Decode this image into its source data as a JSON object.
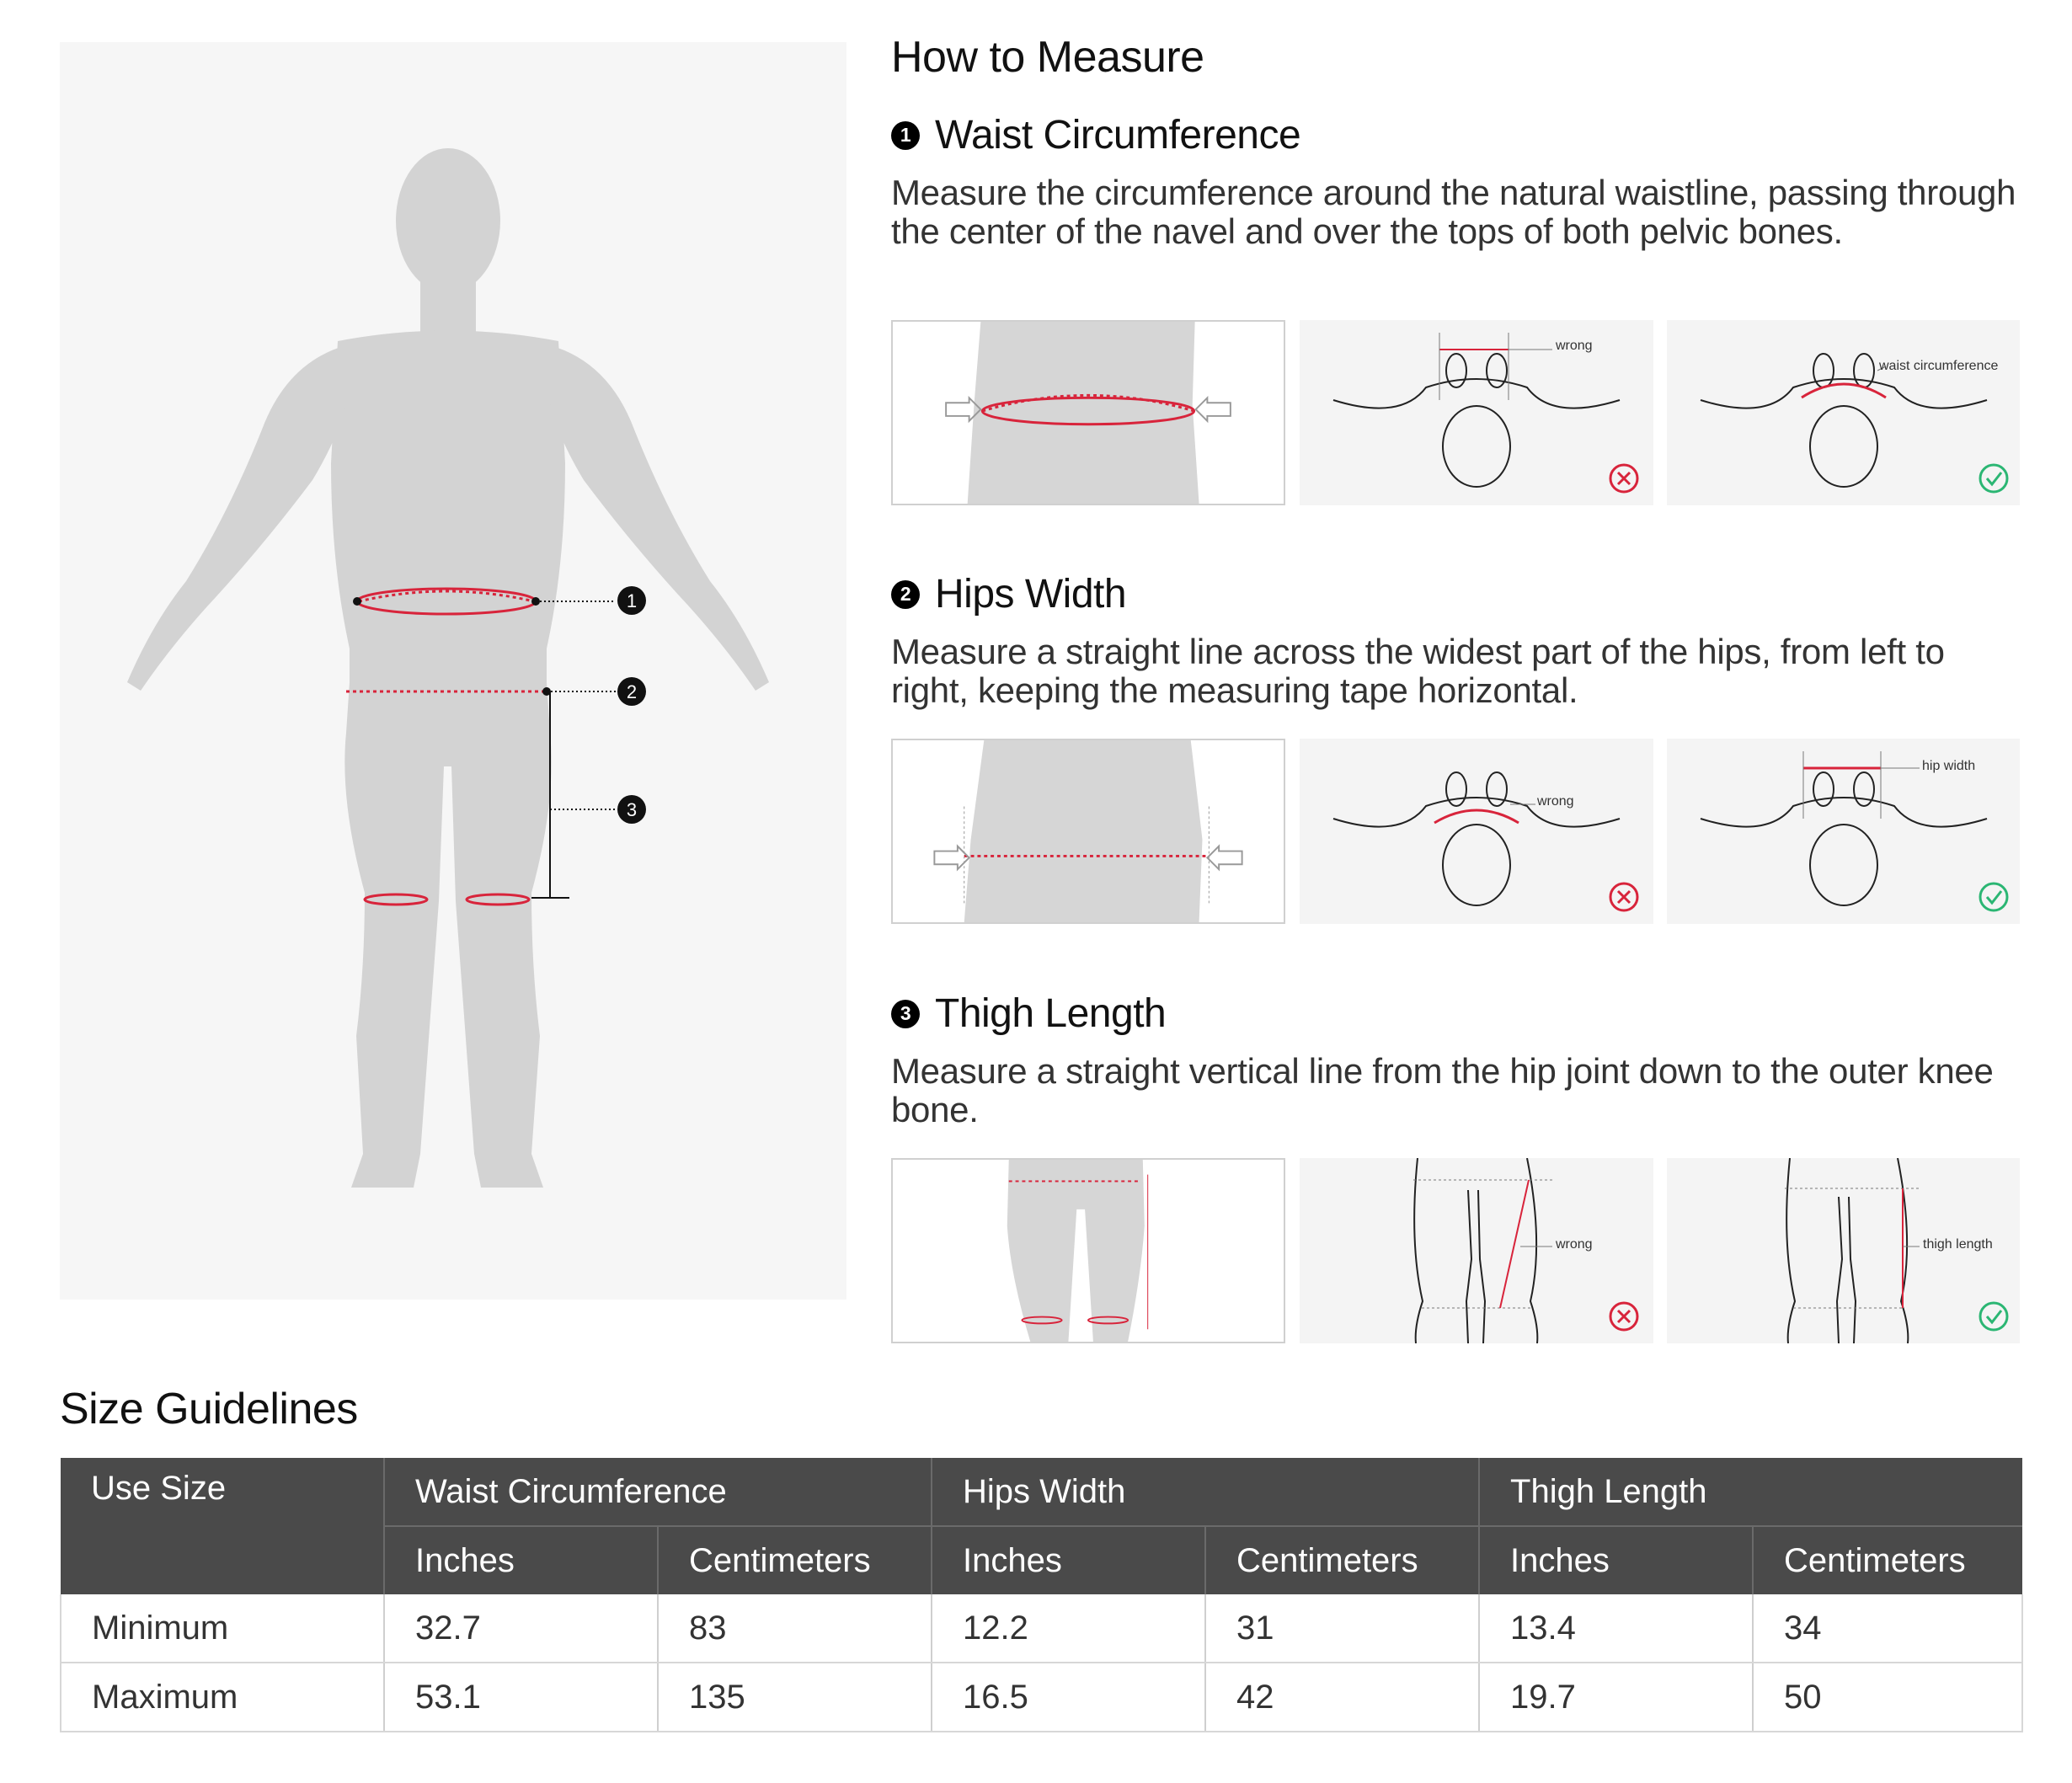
{
  "how_to": {
    "title": "How to Measure",
    "sections": [
      {
        "number": "1",
        "heading": "Waist Circumference",
        "description": "Measure the circumference around the natural waistline, passing through the center of the navel and over the tops of both pelvic bones.",
        "wrong_label": "wrong",
        "correct_label": "waist circumference"
      },
      {
        "number": "2",
        "heading": "Hips Width",
        "description": "Measure a straight line across the widest part of the hips, from left to right, keeping the measuring tape horizontal.",
        "wrong_label": "wrong",
        "correct_label": "hip width"
      },
      {
        "number": "3",
        "heading": "Thigh Length",
        "description": "Measure a straight vertical line from the hip joint down to the outer knee bone.",
        "wrong_label": "wrong",
        "correct_label": "thigh length"
      }
    ]
  },
  "figure": {
    "markers": [
      "1",
      "2",
      "3"
    ]
  },
  "colors": {
    "accent_red": "#d8243b",
    "correct_green": "#2bb673",
    "wrong_red": "#d8243b",
    "header_bg": "#4a4a4a"
  },
  "size_guidelines": {
    "title": "Size Guidelines",
    "corner_header": "Use Size",
    "groups": [
      "Waist Circumference",
      "Hips Width",
      "Thigh Length"
    ],
    "units": [
      "Inches",
      "Centimeters",
      "Inches",
      "Centimeters",
      "Inches",
      "Centimeters"
    ],
    "rows": [
      {
        "label": "Minimum",
        "values": [
          "32.7",
          "83",
          "12.2",
          "31",
          "13.4",
          "34"
        ]
      },
      {
        "label": "Maximum",
        "values": [
          "53.1",
          "135",
          "16.5",
          "42",
          "19.7",
          "50"
        ]
      }
    ]
  }
}
